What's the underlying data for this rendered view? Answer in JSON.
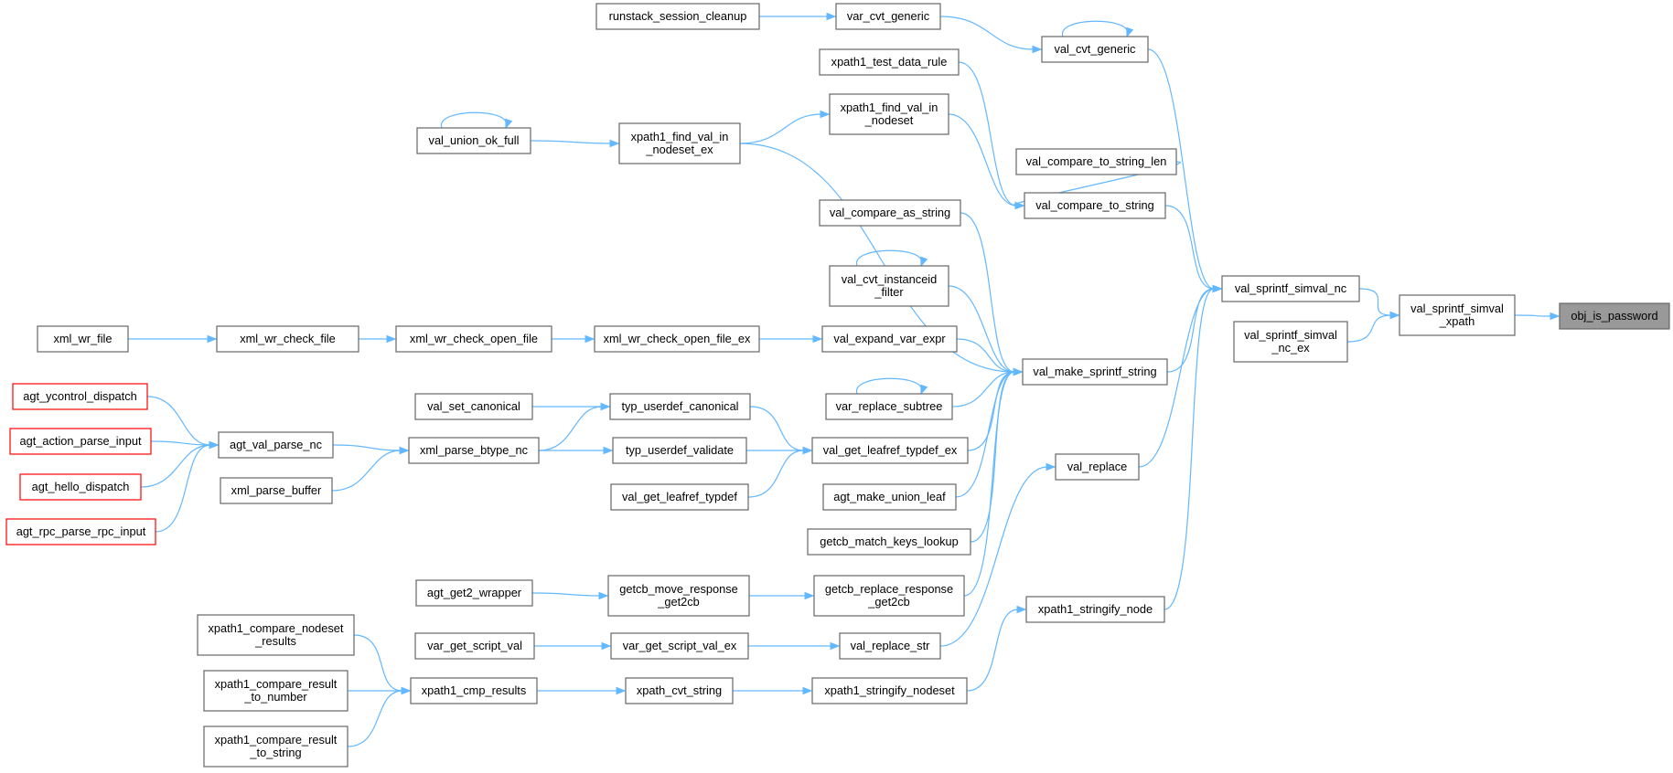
{
  "graph_title": "obj_is_password caller graph",
  "colors": {
    "edge": "#63b8ff",
    "node_border": "#666666",
    "root_fill": "#999999",
    "truncated_border": "#ff0000"
  },
  "nodes": [
    {
      "id": "obj_is_password",
      "lines": [
        "obj_is_password"
      ],
      "root": true
    },
    {
      "id": "val_sprintf_simval_xpath",
      "lines": [
        "val_sprintf_simval",
        "_xpath"
      ]
    },
    {
      "id": "val_sprintf_simval_nc",
      "lines": [
        "val_sprintf_simval_nc"
      ]
    },
    {
      "id": "val_sprintf_simval_nc_ex",
      "lines": [
        "val_sprintf_simval",
        "_nc_ex"
      ]
    },
    {
      "id": "val_cvt_generic",
      "lines": [
        "val_cvt_generic"
      ]
    },
    {
      "id": "var_cvt_generic",
      "lines": [
        "var_cvt_generic"
      ]
    },
    {
      "id": "runstack_session_cleanup",
      "lines": [
        "runstack_session_cleanup"
      ]
    },
    {
      "id": "val_compare_to_string_len",
      "lines": [
        "val_compare_to_string_len"
      ]
    },
    {
      "id": "val_compare_to_string",
      "lines": [
        "val_compare_to_string"
      ]
    },
    {
      "id": "xpath1_test_data_rule",
      "lines": [
        "xpath1_test_data_rule"
      ]
    },
    {
      "id": "xpath1_find_val_in_nodeset",
      "lines": [
        "xpath1_find_val_in",
        "_nodeset"
      ]
    },
    {
      "id": "xpath1_find_val_in_nodeset_ex",
      "lines": [
        "xpath1_find_val_in",
        "_nodeset_ex"
      ]
    },
    {
      "id": "val_union_ok_full",
      "lines": [
        "val_union_ok_full"
      ]
    },
    {
      "id": "val_compare_as_string",
      "lines": [
        "val_compare_as_string"
      ]
    },
    {
      "id": "val_cvt_instanceid_filter",
      "lines": [
        "val_cvt_instanceid",
        "_filter"
      ]
    },
    {
      "id": "val_make_sprintf_string",
      "lines": [
        "val_make_sprintf_string"
      ]
    },
    {
      "id": "val_expand_var_expr",
      "lines": [
        "val_expand_var_expr"
      ]
    },
    {
      "id": "xml_wr_check_open_file_ex",
      "lines": [
        "xml_wr_check_open_file_ex"
      ]
    },
    {
      "id": "xml_wr_check_open_file",
      "lines": [
        "xml_wr_check_open_file"
      ]
    },
    {
      "id": "xml_wr_check_file",
      "lines": [
        "xml_wr_check_file"
      ]
    },
    {
      "id": "xml_wr_file",
      "lines": [
        "xml_wr_file"
      ]
    },
    {
      "id": "var_replace_subtree",
      "lines": [
        "var_replace_subtree"
      ]
    },
    {
      "id": "val_get_leafref_typdef_ex",
      "lines": [
        "val_get_leafref_typdef_ex"
      ]
    },
    {
      "id": "typ_userdef_canonical",
      "lines": [
        "typ_userdef_canonical"
      ]
    },
    {
      "id": "typ_userdef_validate",
      "lines": [
        "typ_userdef_validate"
      ]
    },
    {
      "id": "val_set_canonical",
      "lines": [
        "val_set_canonical"
      ]
    },
    {
      "id": "xml_parse_btype_nc",
      "lines": [
        "xml_parse_btype_nc"
      ]
    },
    {
      "id": "agt_val_parse_nc",
      "lines": [
        "agt_val_parse_nc"
      ]
    },
    {
      "id": "xml_parse_buffer",
      "lines": [
        "xml_parse_buffer"
      ]
    },
    {
      "id": "agt_ycontrol_dispatch",
      "lines": [
        "agt_ycontrol_dispatch"
      ],
      "truncated": true
    },
    {
      "id": "agt_action_parse_input",
      "lines": [
        "agt_action_parse_input"
      ],
      "truncated": true
    },
    {
      "id": "agt_hello_dispatch",
      "lines": [
        "agt_hello_dispatch"
      ],
      "truncated": true
    },
    {
      "id": "agt_rpc_parse_rpc_input",
      "lines": [
        "agt_rpc_parse_rpc_input"
      ],
      "truncated": true
    },
    {
      "id": "val_get_leafref_typdef",
      "lines": [
        "val_get_leafref_typdef"
      ]
    },
    {
      "id": "agt_make_union_leaf",
      "lines": [
        "agt_make_union_leaf"
      ]
    },
    {
      "id": "getcb_match_keys_lookup",
      "lines": [
        "getcb_match_keys_lookup"
      ]
    },
    {
      "id": "val_replace",
      "lines": [
        "val_replace"
      ]
    },
    {
      "id": "getcb_replace_response_get2cb",
      "lines": [
        "getcb_replace_response",
        "_get2cb"
      ]
    },
    {
      "id": "getcb_move_response_get2cb",
      "lines": [
        "getcb_move_response",
        "_get2cb"
      ]
    },
    {
      "id": "agt_get2_wrapper",
      "lines": [
        "agt_get2_wrapper"
      ]
    },
    {
      "id": "xpath1_stringify_node",
      "lines": [
        "xpath1_stringify_node"
      ]
    },
    {
      "id": "val_replace_str",
      "lines": [
        "val_replace_str"
      ]
    },
    {
      "id": "var_get_script_val_ex",
      "lines": [
        "var_get_script_val_ex"
      ]
    },
    {
      "id": "var_get_script_val",
      "lines": [
        "var_get_script_val"
      ]
    },
    {
      "id": "xpath1_stringify_nodeset",
      "lines": [
        "xpath1_stringify_nodeset"
      ]
    },
    {
      "id": "xpath_cvt_string",
      "lines": [
        "xpath_cvt_string"
      ]
    },
    {
      "id": "xpath1_cmp_results",
      "lines": [
        "xpath1_cmp_results"
      ]
    },
    {
      "id": "xpath1_compare_nodeset_results",
      "lines": [
        "xpath1_compare_nodeset",
        "_results"
      ]
    },
    {
      "id": "xpath1_compare_result_to_number",
      "lines": [
        "xpath1_compare_result",
        "_to_number"
      ]
    },
    {
      "id": "xpath1_compare_result_to_string",
      "lines": [
        "xpath1_compare_result",
        "_to_string"
      ]
    }
  ],
  "edges": [
    {
      "from": "val_sprintf_simval_xpath",
      "to": "obj_is_password"
    },
    {
      "from": "val_sprintf_simval_nc",
      "to": "val_sprintf_simval_xpath"
    },
    {
      "from": "val_sprintf_simval_nc_ex",
      "to": "val_sprintf_simval_xpath"
    },
    {
      "from": "val_cvt_generic",
      "to": "val_sprintf_simval_nc"
    },
    {
      "from": "val_cvt_generic",
      "to": "val_cvt_generic"
    },
    {
      "from": "var_cvt_generic",
      "to": "val_cvt_generic"
    },
    {
      "from": "runstack_session_cleanup",
      "to": "var_cvt_generic"
    },
    {
      "from": "val_compare_to_string",
      "to": "val_sprintf_simval_nc"
    },
    {
      "from": "val_compare_to_string_len",
      "to": "val_compare_to_string"
    },
    {
      "from": "xpath1_test_data_rule",
      "to": "val_compare_to_string"
    },
    {
      "from": "xpath1_find_val_in_nodeset",
      "to": "val_compare_to_string"
    },
    {
      "from": "xpath1_find_val_in_nodeset_ex",
      "to": "xpath1_find_val_in_nodeset"
    },
    {
      "from": "val_union_ok_full",
      "to": "xpath1_find_val_in_nodeset_ex"
    },
    {
      "from": "val_union_ok_full",
      "to": "val_union_ok_full"
    },
    {
      "from": "xpath1_find_val_in_nodeset_ex",
      "to": "val_make_sprintf_string"
    },
    {
      "from": "val_compare_as_string",
      "to": "val_make_sprintf_string"
    },
    {
      "from": "val_cvt_instanceid_filter",
      "to": "val_make_sprintf_string"
    },
    {
      "from": "val_cvt_instanceid_filter",
      "to": "val_cvt_instanceid_filter"
    },
    {
      "from": "val_expand_var_expr",
      "to": "val_make_sprintf_string"
    },
    {
      "from": "var_replace_subtree",
      "to": "val_make_sprintf_string"
    },
    {
      "from": "var_replace_subtree",
      "to": "var_replace_subtree"
    },
    {
      "from": "val_get_leafref_typdef_ex",
      "to": "val_make_sprintf_string"
    },
    {
      "from": "agt_make_union_leaf",
      "to": "val_make_sprintf_string"
    },
    {
      "from": "getcb_match_keys_lookup",
      "to": "val_make_sprintf_string"
    },
    {
      "from": "getcb_replace_response_get2cb",
      "to": "val_make_sprintf_string"
    },
    {
      "from": "val_make_sprintf_string",
      "to": "val_sprintf_simval_nc"
    },
    {
      "from": "val_replace",
      "to": "val_sprintf_simval_nc"
    },
    {
      "from": "xpath1_stringify_node",
      "to": "val_sprintf_simval_nc"
    },
    {
      "from": "xml_wr_check_open_file_ex",
      "to": "val_expand_var_expr"
    },
    {
      "from": "xml_wr_check_open_file",
      "to": "xml_wr_check_open_file_ex"
    },
    {
      "from": "xml_wr_check_file",
      "to": "xml_wr_check_open_file"
    },
    {
      "from": "xml_wr_file",
      "to": "xml_wr_check_file"
    },
    {
      "from": "typ_userdef_canonical",
      "to": "val_get_leafref_typdef_ex"
    },
    {
      "from": "typ_userdef_validate",
      "to": "val_get_leafref_typdef_ex"
    },
    {
      "from": "val_get_leafref_typdef",
      "to": "val_get_leafref_typdef_ex"
    },
    {
      "from": "val_set_canonical",
      "to": "typ_userdef_canonical"
    },
    {
      "from": "xml_parse_btype_nc",
      "to": "typ_userdef_canonical"
    },
    {
      "from": "xml_parse_btype_nc",
      "to": "typ_userdef_validate"
    },
    {
      "from": "agt_val_parse_nc",
      "to": "xml_parse_btype_nc"
    },
    {
      "from": "xml_parse_buffer",
      "to": "xml_parse_btype_nc"
    },
    {
      "from": "agt_ycontrol_dispatch",
      "to": "agt_val_parse_nc"
    },
    {
      "from": "agt_action_parse_input",
      "to": "agt_val_parse_nc"
    },
    {
      "from": "agt_hello_dispatch",
      "to": "agt_val_parse_nc"
    },
    {
      "from": "agt_rpc_parse_rpc_input",
      "to": "agt_val_parse_nc"
    },
    {
      "from": "val_replace_str",
      "to": "val_replace"
    },
    {
      "from": "getcb_move_response_get2cb",
      "to": "getcb_replace_response_get2cb"
    },
    {
      "from": "agt_get2_wrapper",
      "to": "getcb_move_response_get2cb"
    },
    {
      "from": "var_get_script_val_ex",
      "to": "val_replace_str"
    },
    {
      "from": "var_get_script_val",
      "to": "var_get_script_val_ex"
    },
    {
      "from": "xpath1_stringify_nodeset",
      "to": "xpath1_stringify_node"
    },
    {
      "from": "xpath_cvt_string",
      "to": "xpath1_stringify_nodeset"
    },
    {
      "from": "xpath1_cmp_results",
      "to": "xpath_cvt_string"
    },
    {
      "from": "xpath1_compare_nodeset_results",
      "to": "xpath1_cmp_results"
    },
    {
      "from": "xpath1_compare_result_to_number",
      "to": "xpath1_cmp_results"
    },
    {
      "from": "xpath1_compare_result_to_string",
      "to": "xpath1_cmp_results"
    }
  ]
}
